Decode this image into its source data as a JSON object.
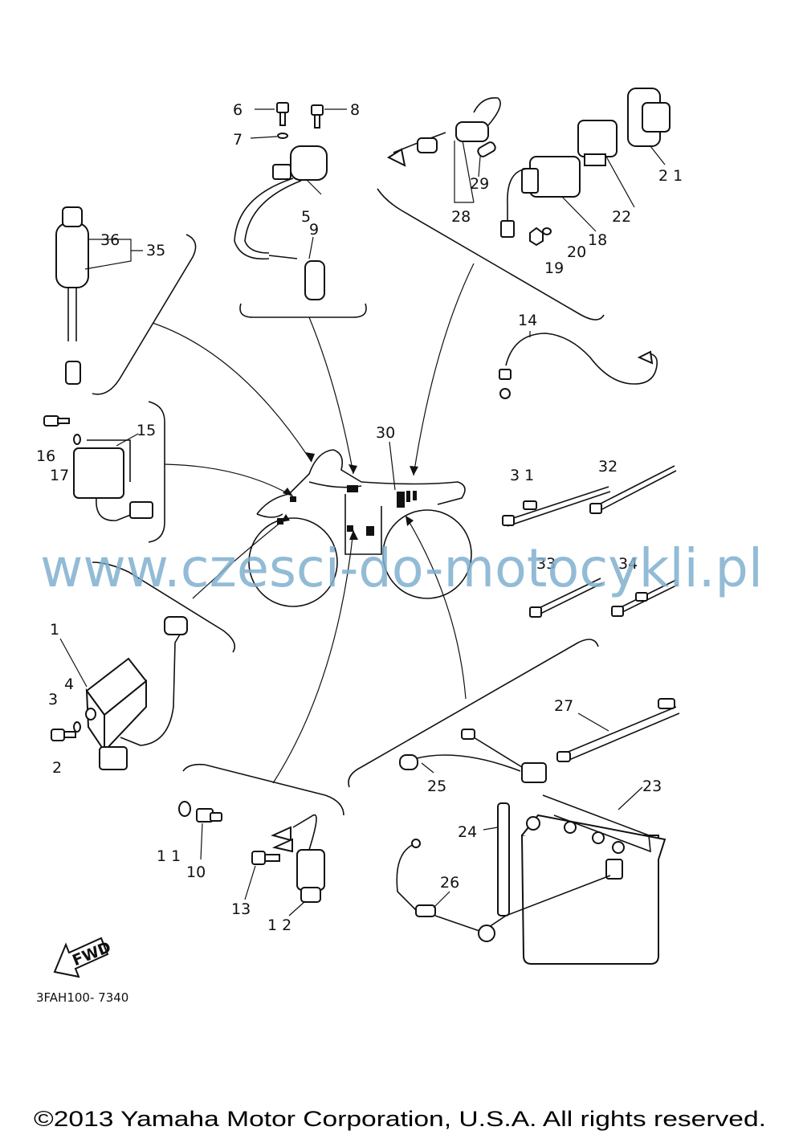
{
  "labels": {
    "l1": "1",
    "l2": "2",
    "l3": "3",
    "l4": "4",
    "l5": "5",
    "l6": "6",
    "l7": "7",
    "l8": "8",
    "l9": "9",
    "l10": "10",
    "l11": "1 1",
    "l12": "1 2",
    "l13": "13",
    "l14": "14",
    "l15": "15",
    "l16": "16",
    "l17": "17",
    "l18": "18",
    "l19": "19",
    "l20": "20",
    "l21": "2 1",
    "l22": "22",
    "l23": "23",
    "l24": "24",
    "l25": "25",
    "l26": "26",
    "l27": "27",
    "l28": "28",
    "l29": "29",
    "l30": "30",
    "l31": "3 1",
    "l32": "32",
    "l33": "33",
    "l34": "34",
    "l35": "35",
    "l36": "36"
  },
  "fwd_label": "FWD",
  "diagram_code": "3FAH100- 7340",
  "watermark": "www.czesci-do-motocykli.pl",
  "copyright": "©2013 Yamaha Motor Corporation, U.S.A. All rights reserved.",
  "colors": {
    "line": "#111111",
    "watermark": "#7fb0cf",
    "background": "#ffffff"
  }
}
